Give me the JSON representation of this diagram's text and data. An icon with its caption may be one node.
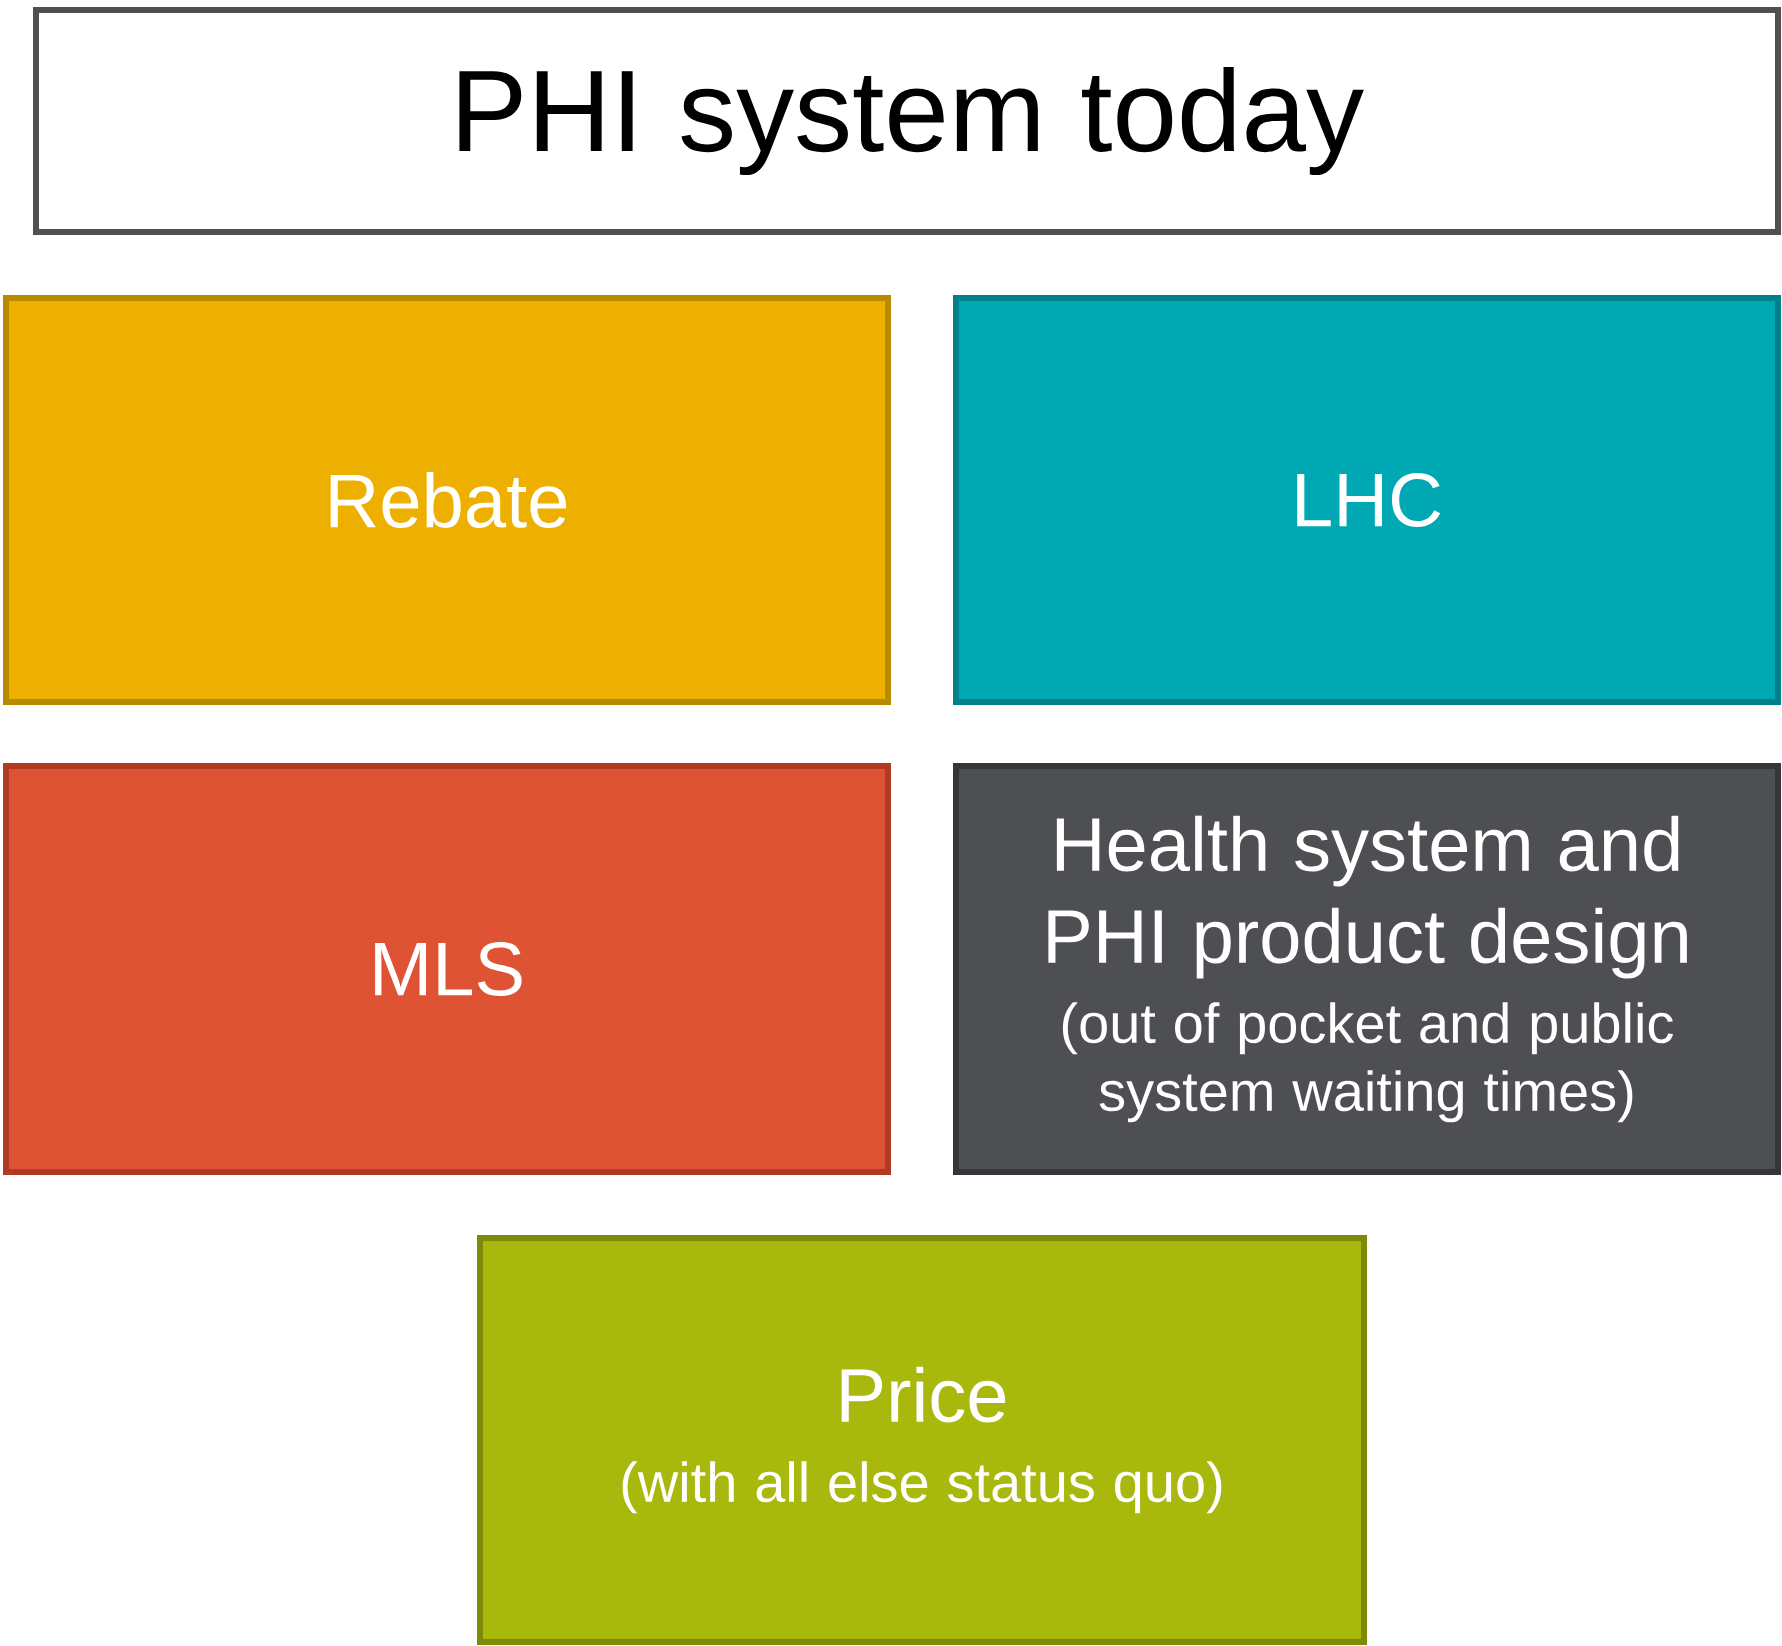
{
  "diagram": {
    "nodes": [
      {
        "text": [
          "PHI system today"
        ]
      },
      {
        "text": [
          "Rebate"
        ]
      },
      {
        "text": [
          "LHC"
        ]
      },
      {
        "text": [
          "MLS"
        ]
      },
      {
        "text": [
          "Health system and PHI product design",
          "(out of pocket and public system waiting times)"
        ]
      },
      {
        "text": [
          "Price",
          "(with all else status quo)"
        ]
      }
    ]
  }
}
